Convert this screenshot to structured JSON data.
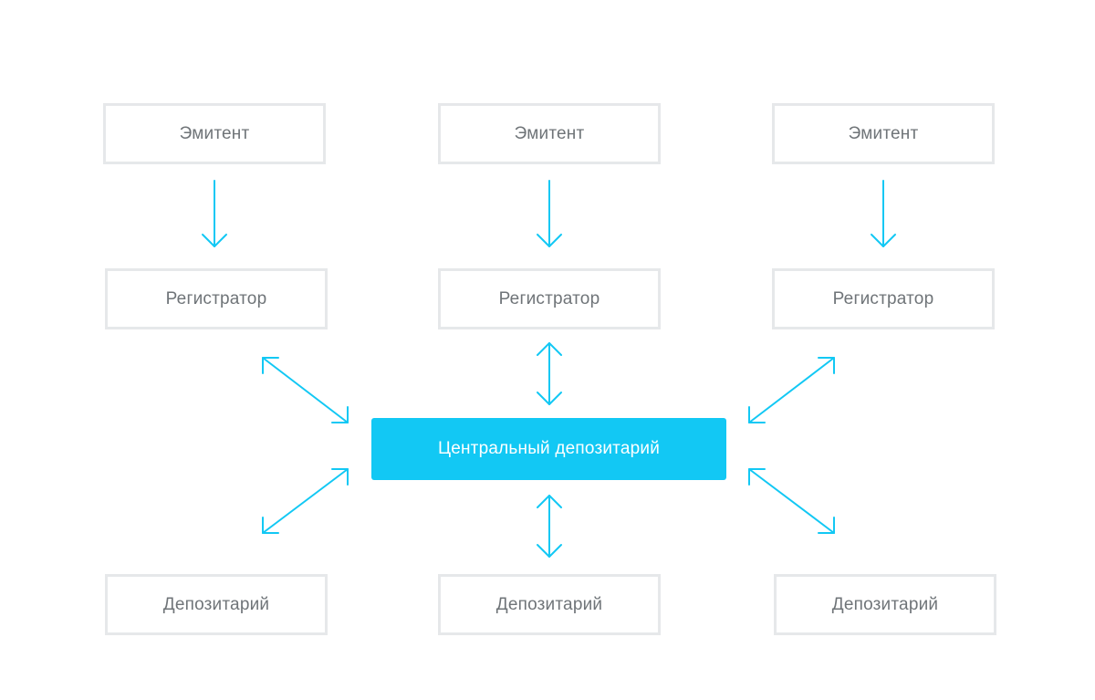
{
  "colors": {
    "accent": "#12c8f4",
    "box_border": "#e6e8ea",
    "text": "#6f7478"
  },
  "row_issuers": [
    {
      "label": "Эмитент"
    },
    {
      "label": "Эмитент"
    },
    {
      "label": "Эмитент"
    }
  ],
  "row_registrars": [
    {
      "label": "Регистратор"
    },
    {
      "label": "Регистратор"
    },
    {
      "label": "Регистратор"
    }
  ],
  "center": {
    "label": "Центральный депозитарий"
  },
  "row_depositories": [
    {
      "label": "Депозитарий"
    },
    {
      "label": "Депозитарий"
    },
    {
      "label": "Депозитарий"
    }
  ]
}
